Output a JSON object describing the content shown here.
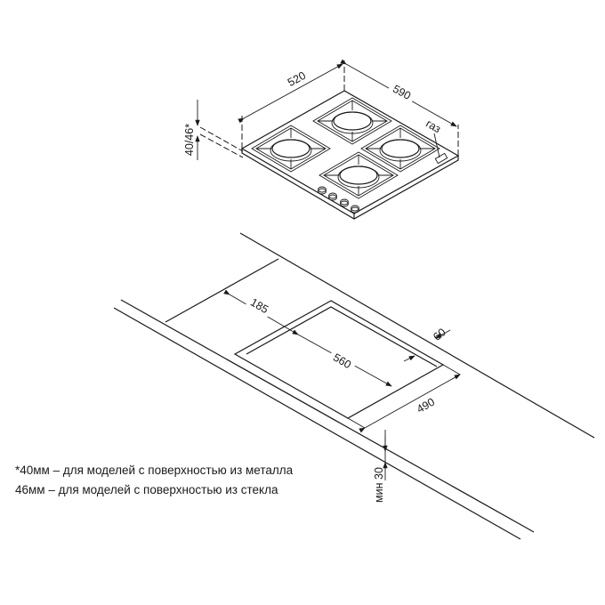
{
  "hob": {
    "width_label": "520",
    "depth_label": "590",
    "height_label": "40/46*",
    "gas_label": "газ"
  },
  "cutout": {
    "offset_label": "185",
    "length_label": "560",
    "edge_label": "60",
    "depth_label": "490",
    "min_label": "мин 30"
  },
  "notes": [
    "*40мм – для моделей  с поверхностью  из металла",
    "46мм – для моделей  с поверхностью  из стекла"
  ]
}
